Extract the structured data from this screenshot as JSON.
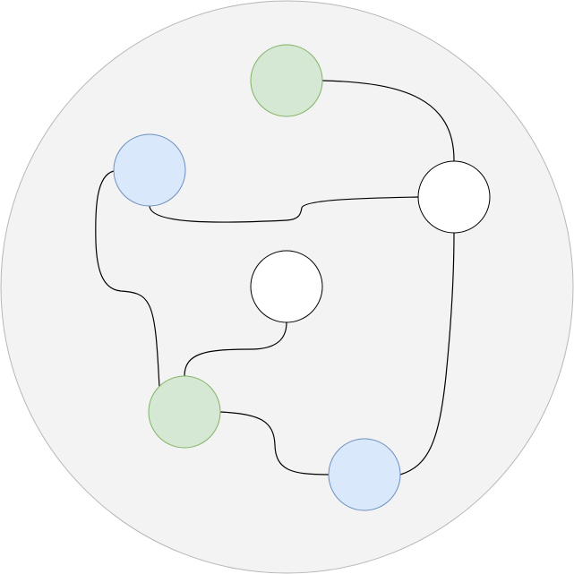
{
  "diagram": {
    "background_circle": {
      "fill": "#f3f3f3",
      "stroke": "#b7b7b7"
    },
    "nodes": [
      {
        "id": "green-top",
        "fill": "#d5e8d4",
        "stroke": "#82b366"
      },
      {
        "id": "blue-left",
        "fill": "#dae8fc",
        "stroke": "#6c8ebf"
      },
      {
        "id": "white-right",
        "fill": "#ffffff",
        "stroke": "#000000"
      },
      {
        "id": "white-center",
        "fill": "#ffffff",
        "stroke": "#000000"
      },
      {
        "id": "green-bottom",
        "fill": "#d5e8d4",
        "stroke": "#82b366"
      },
      {
        "id": "blue-bottom",
        "fill": "#dae8fc",
        "stroke": "#6c8ebf"
      }
    ],
    "edges": [
      {
        "from": "green-top",
        "to": "white-right"
      },
      {
        "from": "blue-left",
        "to": "white-right"
      },
      {
        "from": "blue-left",
        "to": "green-bottom"
      },
      {
        "from": "white-center",
        "to": "green-bottom"
      },
      {
        "from": "green-bottom",
        "to": "blue-bottom"
      },
      {
        "from": "blue-bottom",
        "to": "white-right"
      }
    ],
    "edge_color": "#000000"
  }
}
